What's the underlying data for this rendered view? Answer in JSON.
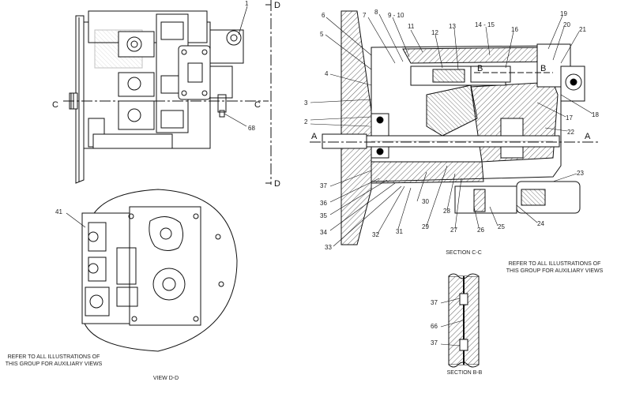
{
  "callouts": {
    "c1": "1",
    "c2": "2",
    "c3": "3",
    "c4": "4",
    "c5": "5",
    "c6": "6",
    "c7": "7",
    "c8": "8",
    "c9_10": "9 - 10",
    "c11": "11",
    "c12": "12",
    "c13": "13",
    "c14_15": "14 - 15",
    "c16": "16",
    "c17": "17",
    "c18": "18",
    "c19": "19",
    "c20": "20",
    "c21": "21",
    "c22": "22",
    "c23": "23",
    "c24": "24",
    "c25": "25",
    "c26": "26",
    "c27": "27",
    "c28": "28",
    "c29": "29",
    "c30": "30",
    "c31": "31",
    "c32": "32",
    "c33": "33",
    "c34": "34",
    "c35": "35",
    "c36": "36",
    "c37": "37",
    "c41": "41",
    "c66": "66",
    "c68": "68"
  },
  "section_letters": {
    "a": "A",
    "b": "B",
    "c": "C",
    "d": "D"
  },
  "captions": {
    "section_cc": "SECTION C-C",
    "section_bb": "SECTION B-B",
    "view_dd": "VIEW D-D",
    "note_right_1": "REFER TO ALL ILLUSTRATIONS OF",
    "note_right_2": "THIS GROUP FOR AUXILIARY VIEWS",
    "note_left_1": "REFER TO ALL ILLUSTRATIONS OF",
    "note_left_2": "THIS GROUP FOR AUXILIARY VIEWS"
  }
}
